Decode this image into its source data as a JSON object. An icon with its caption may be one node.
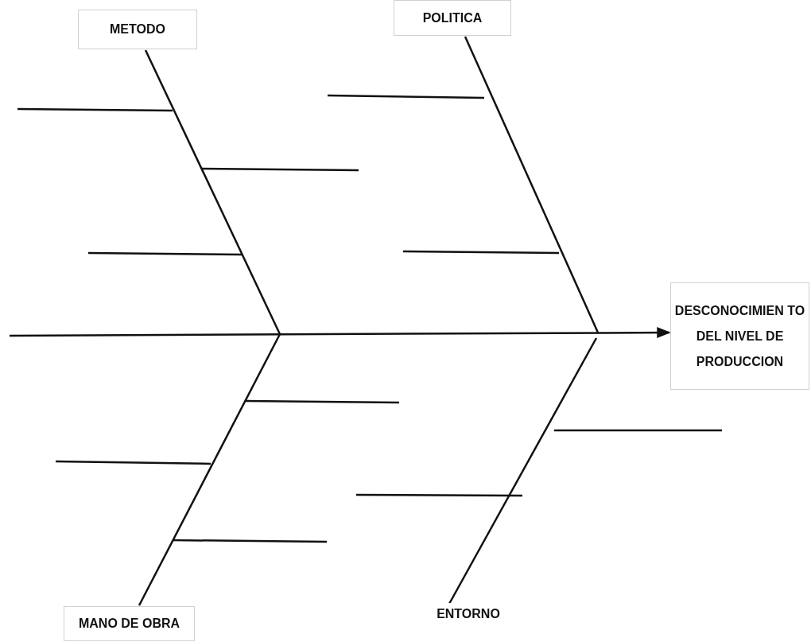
{
  "diagram": {
    "nodes": [
      {
        "text": [
          "METODO"
        ]
      },
      {
        "text": [
          "POLITICA"
        ]
      },
      {
        "text": [
          "DESCONOCIMIEN TO DEL NIVEL DE PRODUCCION"
        ]
      },
      {
        "text": [
          "MANO DE OBRA"
        ]
      },
      {
        "text": [
          "ENTORNO"
        ]
      }
    ],
    "edges": [
      {
        "from": null,
        "to": 2,
        "arrow": "to"
      },
      {
        "from": 0,
        "to": null,
        "arrow": "none"
      },
      {
        "from": 1,
        "to": null,
        "arrow": "none"
      },
      {
        "from": 3,
        "to": null,
        "arrow": "none"
      },
      {
        "from": 4,
        "to": null,
        "arrow": "none"
      }
    ]
  }
}
